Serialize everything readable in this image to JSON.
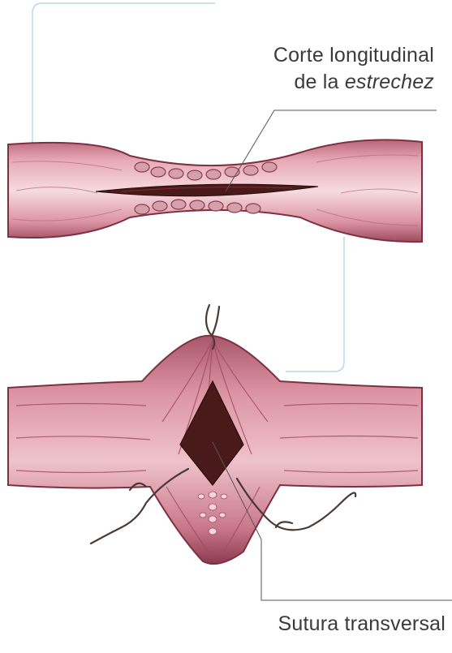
{
  "labels": {
    "top_line1": "Corte longitudinal",
    "top_line2_prefix": "de la ",
    "top_line2_italic": "estrechez",
    "bottom": "Sutura transversal"
  },
  "colors": {
    "vessel_light": "#f3cdd3",
    "vessel_mid": "#c87a8c",
    "vessel_dark": "#8e3b4f",
    "lumen": "#4a1a1a",
    "connector": "#b9d7ea",
    "leader": "#555555"
  },
  "icons": [
    "stricture-vessel-illustration",
    "sutured-vessel-illustration",
    "suture-thread"
  ]
}
